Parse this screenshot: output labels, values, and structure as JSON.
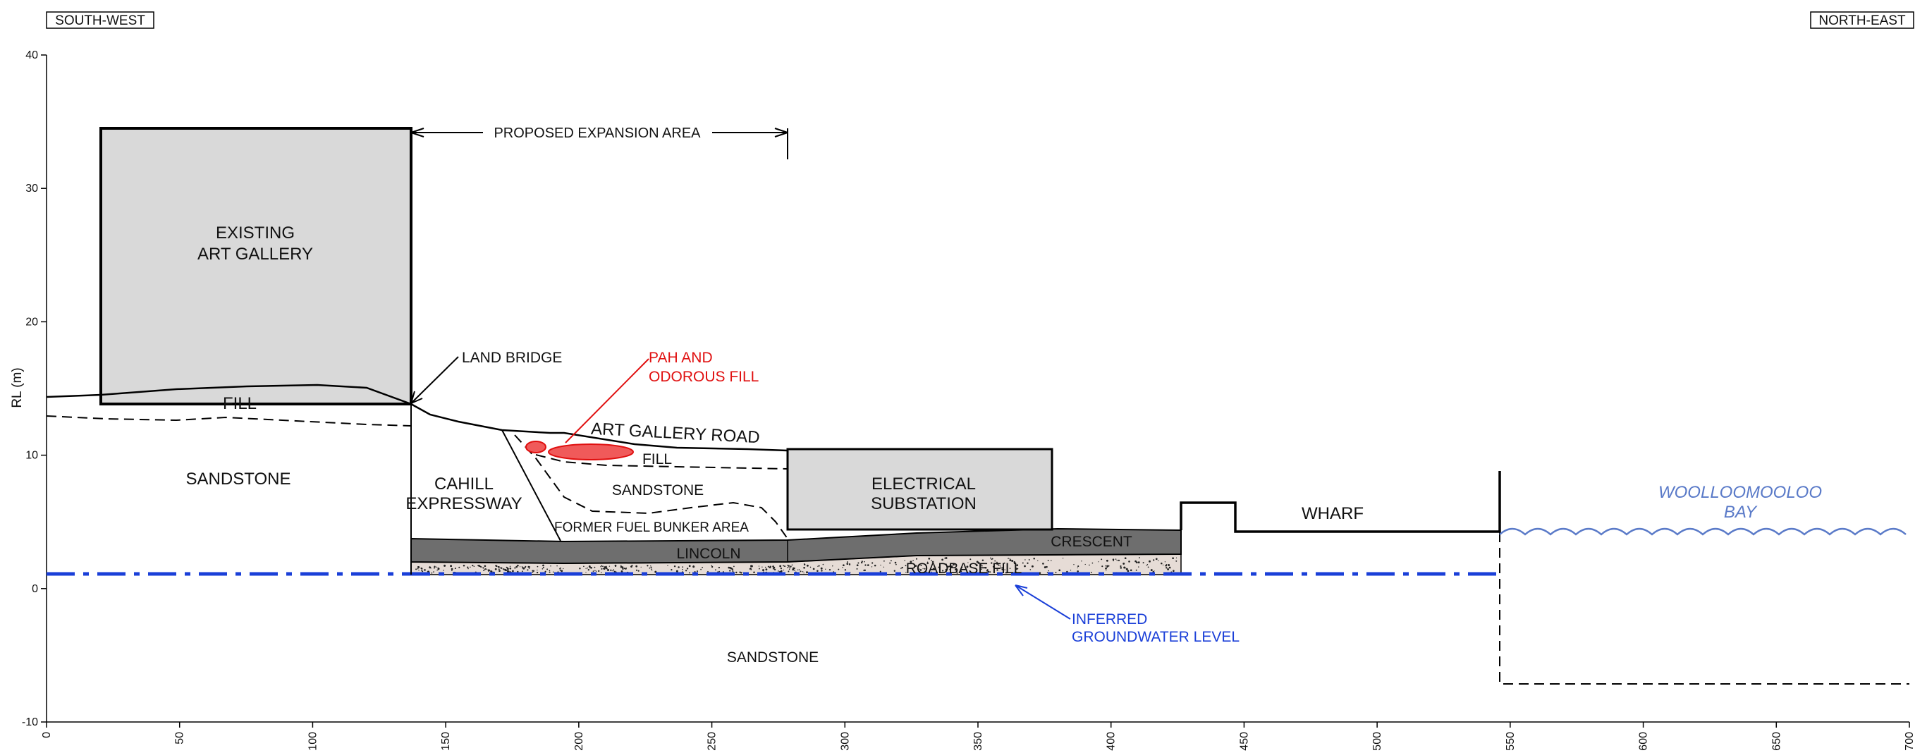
{
  "orientation": {
    "left_tag": "SOUTH-WEST",
    "right_tag": "NORTH-EAST"
  },
  "axes": {
    "y_label": "RL (m)",
    "y_range": [
      -10,
      40
    ],
    "y_ticks": [
      "40",
      "30",
      "20",
      "10",
      "0",
      "-10"
    ],
    "x_range": [
      0,
      700
    ],
    "x_ticks": [
      "0",
      "50",
      "100",
      "150",
      "200",
      "250",
      "300",
      "350",
      "400",
      "450",
      "500",
      "550",
      "600",
      "650",
      "700"
    ]
  },
  "labels": {
    "proposed_expansion": "PROPOSED EXPANSION AREA",
    "gallery_line1": "EXISTING",
    "gallery_line2": "ART GALLERY",
    "land_bridge": "LAND BRIDGE",
    "pah_line1": "PAH AND",
    "pah_line2": "ODOROUS FILL",
    "fill_left": "FILL",
    "sandstone_left": "SANDSTONE",
    "art_gallery_road": "ART GALLERY ROAD",
    "fill_mid": "FILL",
    "cahill_line1": "CAHILL",
    "cahill_line2": "EXPRESSWAY",
    "sandstone_mid": "SANDSTONE",
    "fuel_bunker": "FORMER FUEL BUNKER AREA",
    "substation_line1": "ELECTRICAL",
    "substation_line2": "SUBSTATION",
    "crescent": "CRESCENT",
    "lincoln": "LINCOLN",
    "roadbase_fill": "ROADBASE FILL",
    "wharf": "WHARF",
    "bay_line1": "WOOLLOOMOOLOO",
    "bay_line2": "BAY",
    "gw_line1": "INFERRED",
    "gw_line2": "GROUNDWATER LEVEL",
    "sandstone_bottom": "SANDSTONE"
  },
  "colors": {
    "building_fill": "#d9d9d9",
    "tunnel_fill": "#6e6e6e",
    "roadbase_fill": "#e6dcd6",
    "pah_red": "#e01010",
    "groundwater_blue": "#1a3fd8",
    "bay_blue": "#5a7ac8"
  }
}
